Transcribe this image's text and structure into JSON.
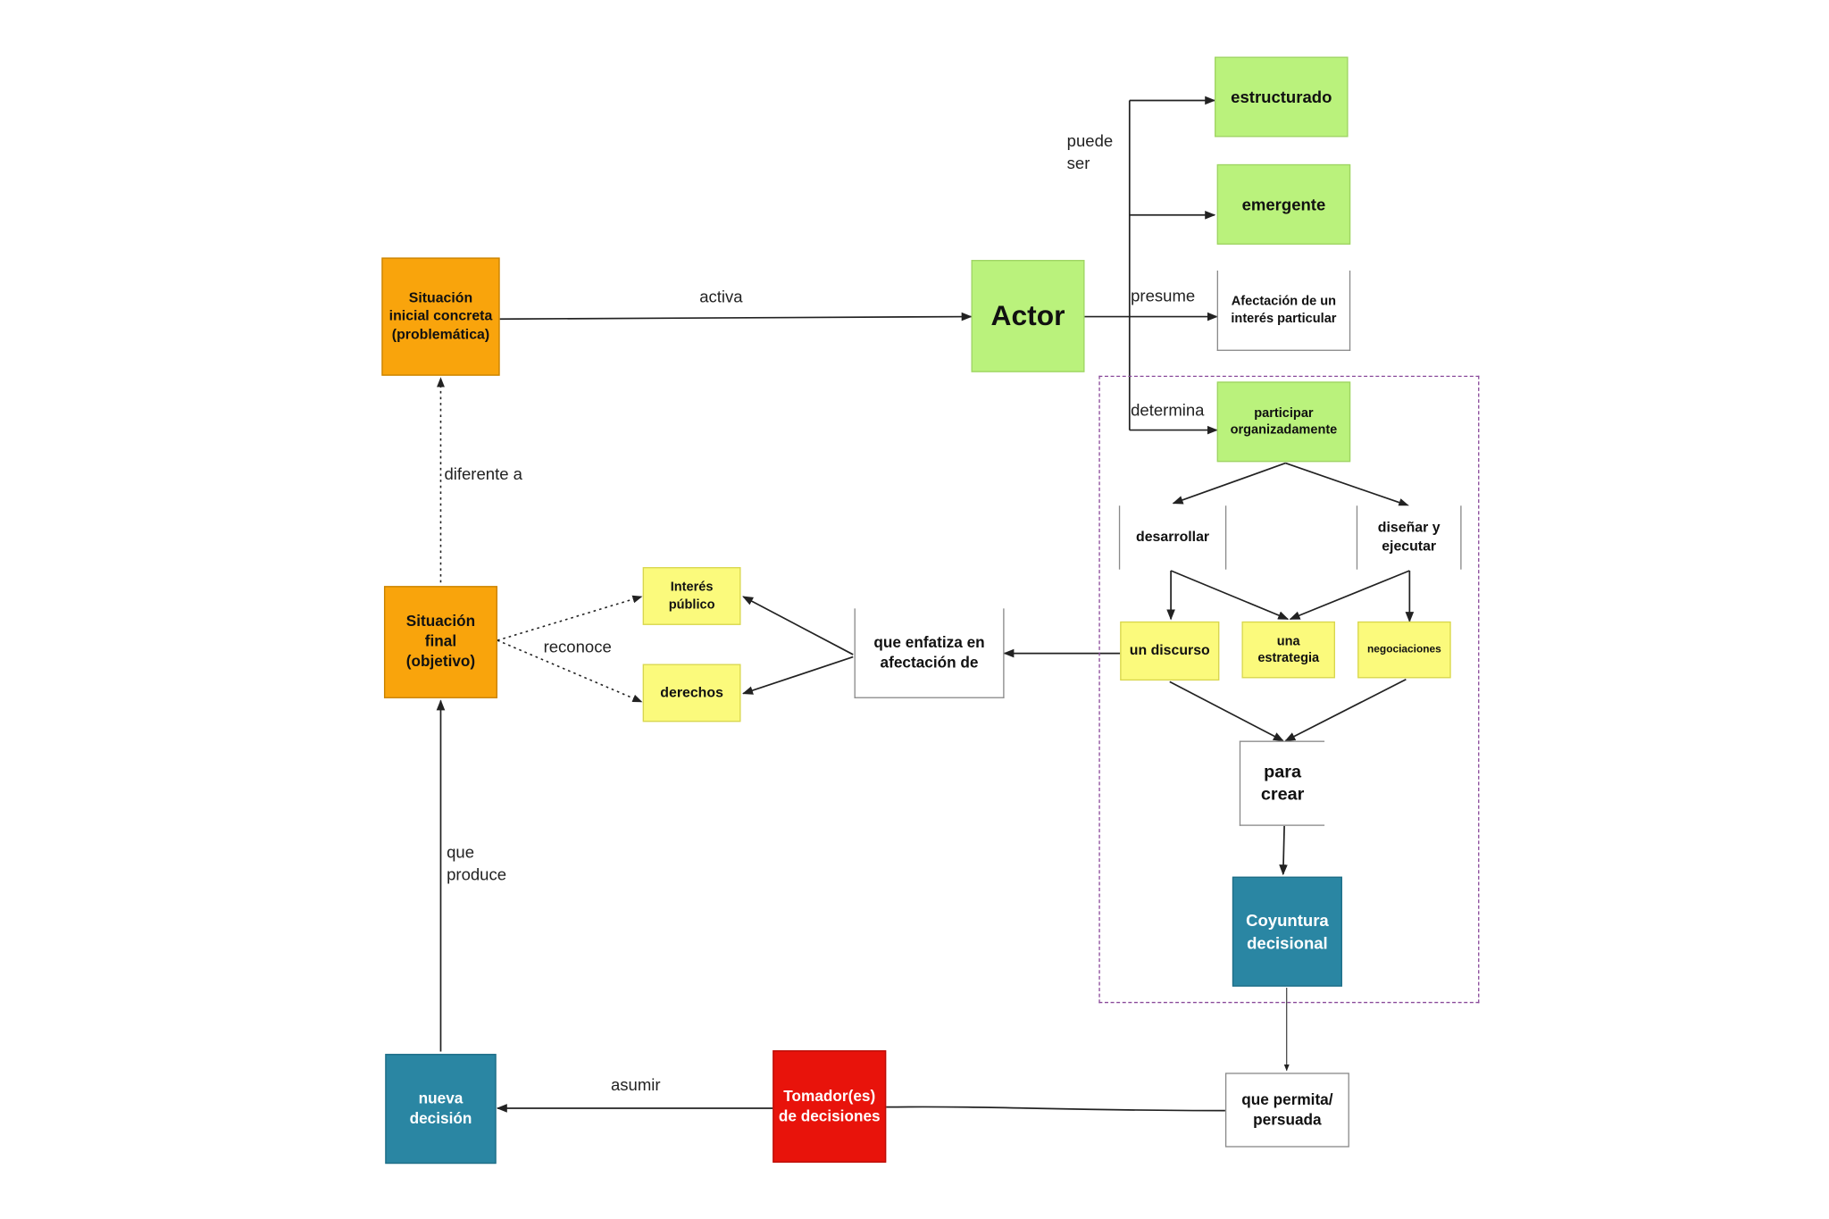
{
  "nodes": {
    "situacion_inicial": "Situación\ninicial concreta\n(problemática)",
    "actor": "Actor",
    "estructurado": "estructurado",
    "emergente": "emergente",
    "afectacion_interes": "Afectación de un\ninterés particular",
    "participar": "participar\norganizadamente",
    "desarrollar": "desarrollar",
    "disenar": "diseñar y\nejecutar",
    "un_discurso": "un discurso",
    "una_estrategia": "una\nestrategia",
    "negociaciones": "negociaciones",
    "para_crear": "para\ncrear",
    "coyuntura": "Coyuntura\ndecisional",
    "que_permita": "que permita/\npersuada",
    "tomadores": "Tomador(es)\nde decisiones",
    "nueva_decision": "nueva\ndecisión",
    "situacion_final": "Situación\nfinal\n(objetivo)",
    "interes_publico": "Interés\npúblico",
    "derechos": "derechos",
    "que_enfatiza": "que enfatiza en\nafectación de"
  },
  "edge_labels": {
    "activa": "activa",
    "puede_ser": "puede\nser",
    "presume": "presume",
    "determina": "determina",
    "diferente_a": "diferente a",
    "reconoce": "reconoce",
    "que_produce": "que\nproduce",
    "asumir": "asumir"
  },
  "colors": {
    "orange": "#f9a40c",
    "green": "#baf27c",
    "yellow": "#fbfa7c",
    "teal": "#2a86a3",
    "red": "#e8130b",
    "group_border": "#8a4a9a"
  }
}
